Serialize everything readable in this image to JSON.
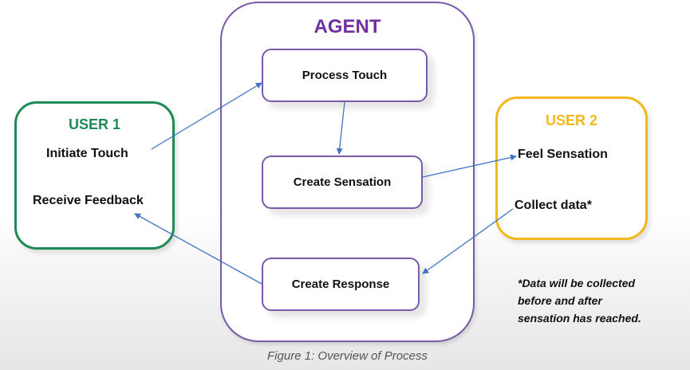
{
  "agent": {
    "title": "AGENT",
    "steps": [
      "Process Touch",
      "Create Sensation",
      "Create Response"
    ]
  },
  "user1": {
    "title": "USER 1",
    "items": [
      "Initiate Touch",
      "Receive Feedback"
    ]
  },
  "user2": {
    "title": "USER 2",
    "items": [
      "Feel Sensation",
      "Collect data*"
    ]
  },
  "note": [
    "*Data will be collected",
    "before and after",
    "sensation has reached."
  ],
  "caption": "Figure 1:  Overview of Process",
  "colors": {
    "user1": "#1e8a55",
    "user2": "#f2b81d",
    "agent": "#7030a0",
    "arrow": "#4472c4"
  }
}
